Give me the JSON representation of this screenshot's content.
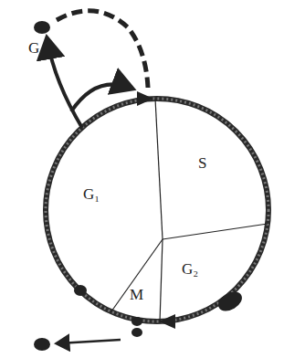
{
  "diagram": {
    "labels": [
      "G₀",
      "G₁",
      "S",
      "G₂",
      "M"
    ]
  }
}
